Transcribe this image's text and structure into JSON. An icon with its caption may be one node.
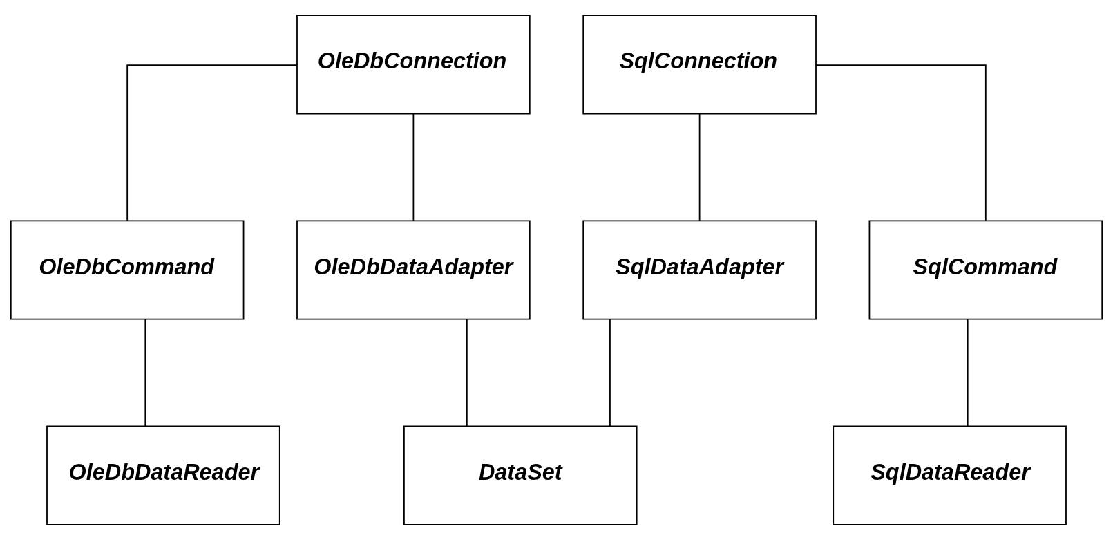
{
  "diagram": {
    "nodes": [
      {
        "text": [
          "OleDbConnection"
        ]
      },
      {
        "text": [
          "SqlConnection"
        ]
      },
      {
        "text": [
          "OleDbCommand"
        ]
      },
      {
        "text": [
          "OleDbDataAdapter"
        ]
      },
      {
        "text": [
          "SqlDataAdapter"
        ]
      },
      {
        "text": [
          "SqlCommand"
        ]
      },
      {
        "text": [
          "OleDbDataReader"
        ]
      },
      {
        "text": [
          "DataSet"
        ]
      },
      {
        "text": [
          "SqlDataReader"
        ]
      }
    ],
    "edges": [
      {
        "from": 0,
        "to": 2,
        "arrow": "none"
      },
      {
        "from": 0,
        "to": 3,
        "arrow": "none"
      },
      {
        "from": 1,
        "to": 4,
        "arrow": "none"
      },
      {
        "from": 1,
        "to": 5,
        "arrow": "none"
      },
      {
        "from": 2,
        "to": 6,
        "arrow": "none"
      },
      {
        "from": 3,
        "to": 7,
        "arrow": "none"
      },
      {
        "from": 4,
        "to": 7,
        "arrow": "none"
      },
      {
        "from": 5,
        "to": 8,
        "arrow": "none"
      }
    ]
  }
}
